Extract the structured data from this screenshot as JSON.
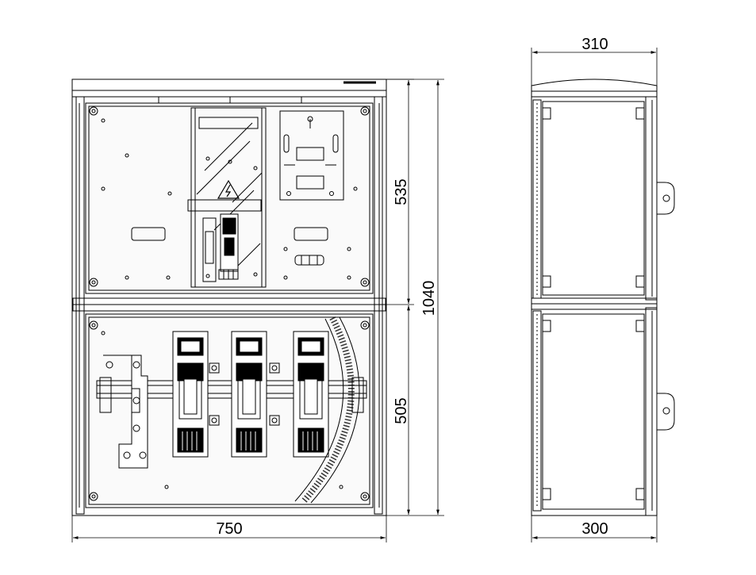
{
  "dimensions": {
    "front_width": "750",
    "total_height": "1040",
    "upper_height": "535",
    "lower_height": "505",
    "side_top_depth": "310",
    "side_bottom_depth": "300"
  },
  "colors": {
    "line": "#000000",
    "fill": "#f2f2f2",
    "background": "#ffffff"
  },
  "icons": {
    "warning": "high-voltage-warning-icon"
  }
}
